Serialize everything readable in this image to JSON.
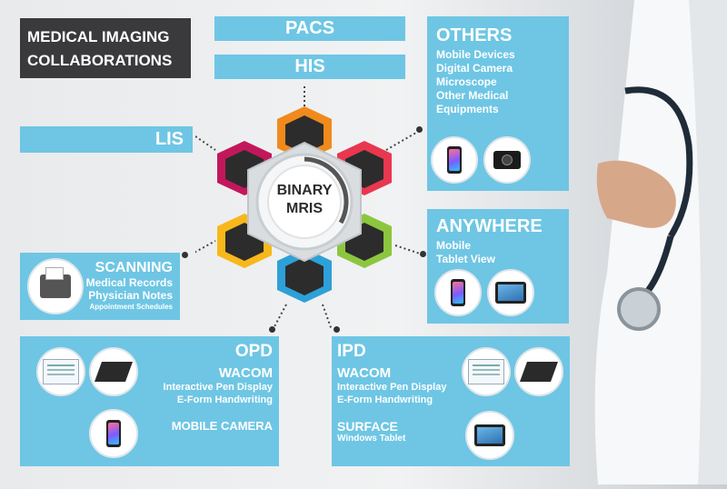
{
  "title": {
    "line1": "MEDICAL IMAGING",
    "line2": "COLLABORATIONS"
  },
  "center": {
    "line1": "BINARY",
    "line2": "MRIS"
  },
  "bars": {
    "pacs": "PACS",
    "his": "HIS",
    "lis": "LIS"
  },
  "others": {
    "heading": "OTHERS",
    "items": [
      "Mobile Devices",
      "Digital Camera",
      "Microscope",
      "Other Medical",
      "Equipments"
    ]
  },
  "anywhere": {
    "heading": "ANYWHERE",
    "items": [
      "Mobile",
      "Tablet View"
    ]
  },
  "scanning": {
    "heading": "SCANNING",
    "items": [
      "Medical Records",
      "Physician Notes",
      "Appointment Schedules"
    ]
  },
  "opd": {
    "heading": "OPD",
    "wacom": "WACOM",
    "line1": "Interactive Pen Display",
    "line2": "E-Form Handwriting",
    "mobile": "MOBILE CAMERA"
  },
  "ipd": {
    "heading": "IPD",
    "wacom": "WACOM",
    "line1": "Interactive Pen Display",
    "line2": "E-Form Handwriting",
    "surface": "SURFACE",
    "surface_sub": "Windows Tablet"
  },
  "colors": {
    "panel": "#6ec6e4",
    "title_bg": "#3a3a3c",
    "hex_orange": "#f08a1c",
    "hex_red": "#e8374f",
    "hex_green": "#8cc63f",
    "hex_blue": "#2ea0d8",
    "hex_yellow": "#f7b81b",
    "hex_magenta": "#c2185b"
  }
}
